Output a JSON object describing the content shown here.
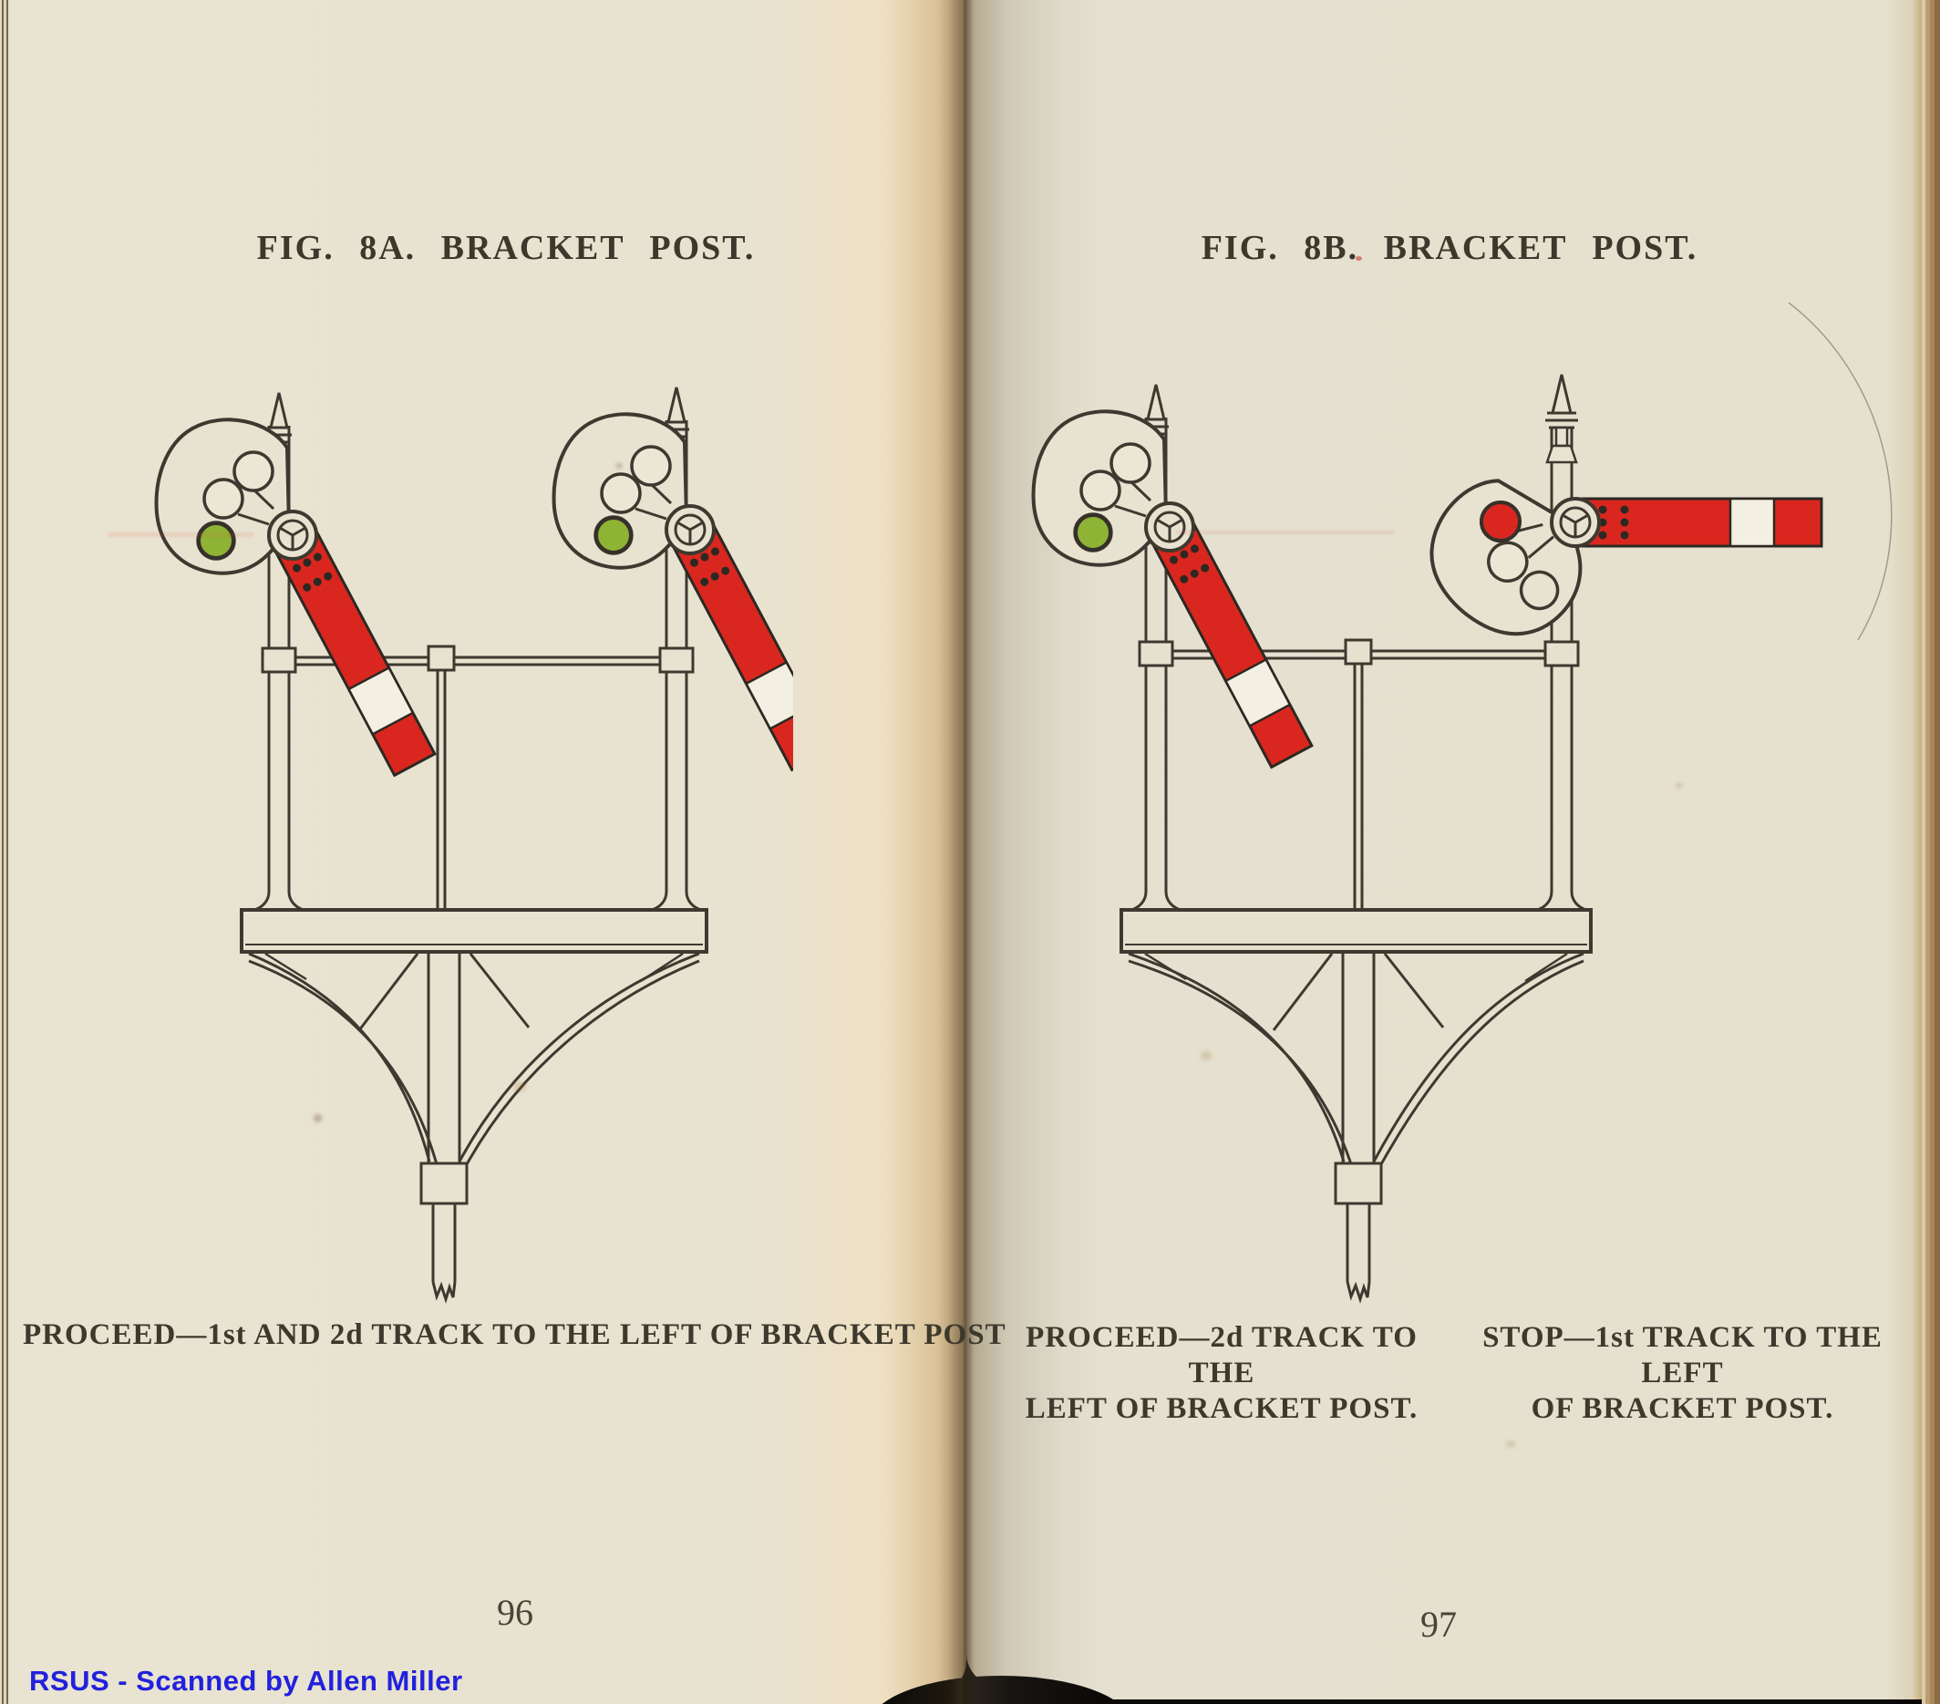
{
  "left_page": {
    "figure_title": "FIG. 8A. BRACKET POST.",
    "caption": "PROCEED—1st AND 2d TRACK TO THE LEFT OF BRACKET POST",
    "page_number": "96"
  },
  "right_page": {
    "figure_title": "FIG. 8B. BRACKET POST.",
    "caption_left": {
      "line1": "PROCEED—2d TRACK TO THE",
      "line2": "LEFT OF BRACKET POST."
    },
    "caption_right": {
      "line1": "STOP—1st TRACK TO THE LEFT",
      "line2": "OF BRACKET POST."
    },
    "page_number": "97"
  },
  "watermark": "RSUS - Scanned by Allen Miller",
  "colors": {
    "paper": "#e8e2d0",
    "ink": "#3e3930",
    "signal_red": "#d9271f",
    "signal_green": "#8fb335",
    "watermark_blue": "#2121dd"
  }
}
